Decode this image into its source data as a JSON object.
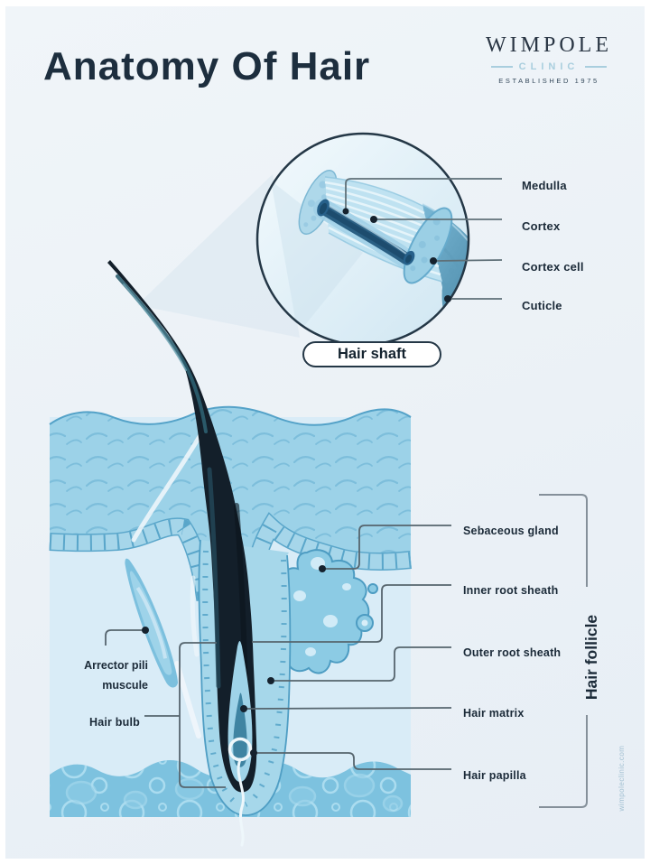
{
  "header": {
    "title": "Anatomy Of Hair"
  },
  "logo": {
    "wordmark": "WIMPOLE",
    "clinic": "CLINIC",
    "established": "ESTABLISHED 1975"
  },
  "hair_shaft_inset": {
    "caption": "Hair shaft",
    "labels": {
      "medulla": "Medulla",
      "cortex": "Cortex",
      "cortex_cell": "Cortex cell",
      "cuticle": "Cuticle"
    }
  },
  "follicle_section": {
    "right_labels": {
      "sebaceous_gland": "Sebaceous gland",
      "inner_root_sheath": "Inner root sheath",
      "outer_root_sheath": "Outer root sheath",
      "hair_matrix": "Hair matrix",
      "hair_papilla": "Hair papilla"
    },
    "left_labels": {
      "arrector_pili_line1": "Arrector pili",
      "arrector_pili_line2": "muscule",
      "hair_bulb": "Hair bulb"
    },
    "bracket_label": "Hair follicle"
  },
  "footer": {
    "watermark": "wimpoleclinic.com"
  },
  "colors": {
    "background": "#edf2f7",
    "ink": "#1b2a38",
    "logo_light_blue": "#a9cede",
    "epidermis_blue": "#9cd2e8",
    "fat_blue": "#7dc2df",
    "gland_blue": "#8ccbe4",
    "hair_dark": "#131f2a",
    "medulla_dark": "#2a5f83",
    "leader_gray": "#5f7078"
  }
}
